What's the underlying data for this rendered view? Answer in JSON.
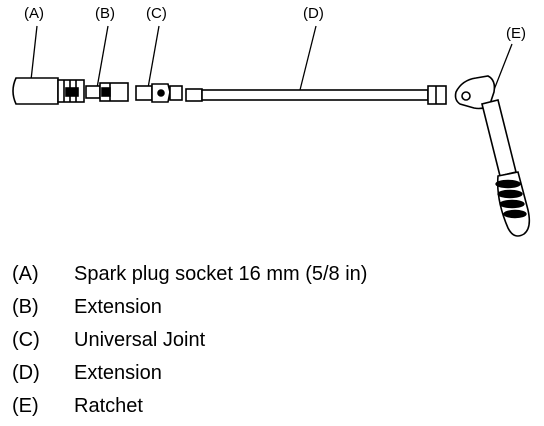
{
  "diagram": {
    "callouts": [
      {
        "key": "a",
        "label": "(A)"
      },
      {
        "key": "b",
        "label": "(B)"
      },
      {
        "key": "c",
        "label": "(C)"
      },
      {
        "key": "d",
        "label": "(D)"
      },
      {
        "key": "e",
        "label": "(E)"
      }
    ]
  },
  "legend": {
    "items": [
      {
        "key": "(A)",
        "text": "Spark plug socket 16 mm (5/8 in)"
      },
      {
        "key": "(B)",
        "text": "Extension"
      },
      {
        "key": "(C)",
        "text": "Universal Joint"
      },
      {
        "key": "(D)",
        "text": "Extension"
      },
      {
        "key": "(E)",
        "text": "Ratchet"
      }
    ]
  }
}
